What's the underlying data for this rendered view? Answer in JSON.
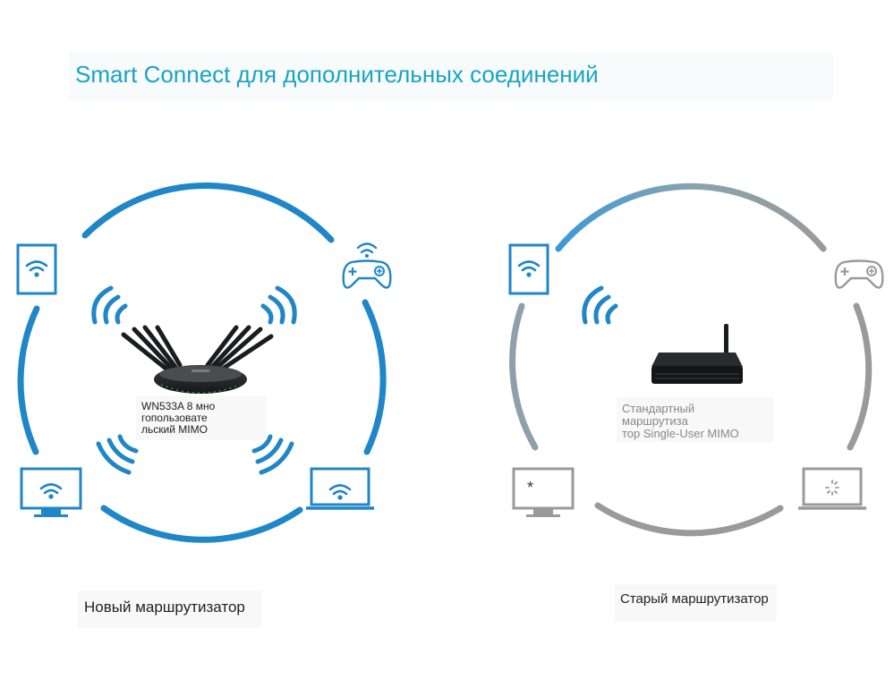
{
  "title": "Smart Connect для дополнительных соединений",
  "new_router": {
    "model_label_lines": [
      "WN533A 8 мно",
      "гопользовате",
      "льский MIMO"
    ],
    "caption": "Новый маршрутизатор",
    "accent_color": "#1f86c8"
  },
  "old_router": {
    "model_label_lines": [
      "Стандартный",
      "маршрутиза",
      "тор Single-User MIMO"
    ],
    "caption": "Старый маршрутизатор",
    "accent_color": "#9a9a9a",
    "monitor_glyph": "*"
  },
  "icons": {
    "new": [
      "tablet-icon",
      "gamepad-icon",
      "monitor-icon",
      "laptop-icon",
      "router-icon"
    ],
    "old": [
      "tablet-icon",
      "gamepad-icon",
      "monitor-icon",
      "laptop-icon",
      "router-icon"
    ]
  }
}
